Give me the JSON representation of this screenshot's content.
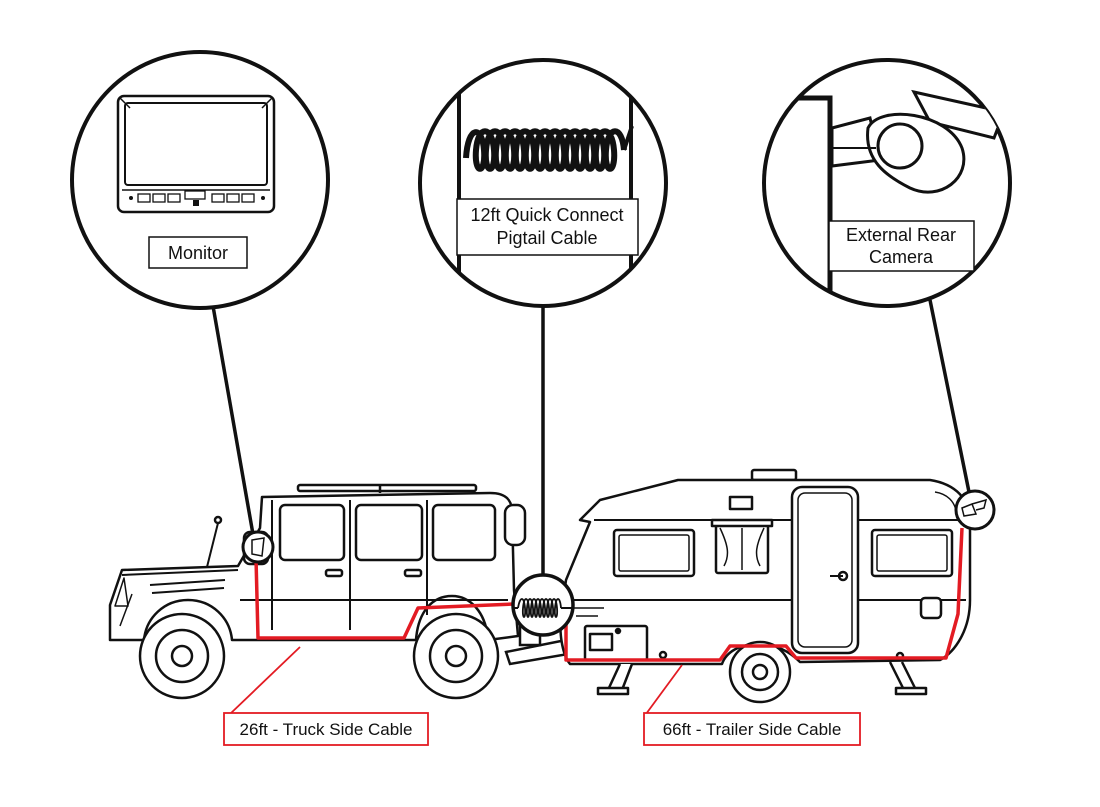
{
  "callouts": {
    "monitor": {
      "label": "Monitor"
    },
    "pigtail": {
      "line1": "12ft Quick Connect",
      "line2": "Pigtail Cable"
    },
    "camera": {
      "line1": "External Rear",
      "line2": "Camera"
    }
  },
  "cables": {
    "truck": {
      "label": "26ft - Truck Side Cable"
    },
    "trailer": {
      "label": "66ft - Trailer Side Cable"
    }
  },
  "colors": {
    "cable": "#e31b23",
    "outline": "#111111",
    "background": "#ffffff"
  }
}
